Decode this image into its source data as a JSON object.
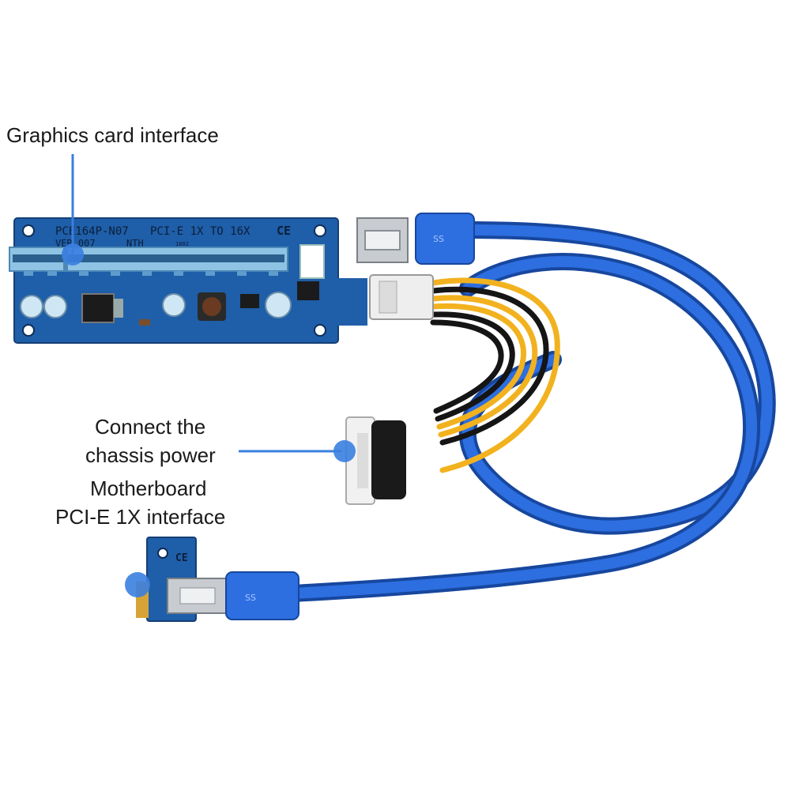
{
  "callouts": {
    "graphics_card": "Graphics card interface",
    "chassis_power_line1": "Connect the",
    "chassis_power_line2": "chassis power",
    "motherboard_line1": "Motherboard",
    "motherboard_line2": "PCI-E 1X interface"
  },
  "board_print": {
    "model": "PCE164P-N07",
    "spec": "PCI-E 1X TO 16X",
    "ce": "CE",
    "version": "VER 007",
    "vendor": "NTH",
    "code": "1802"
  },
  "adapter_print": {
    "ce": "CE"
  },
  "colors": {
    "pcb": "#1f5ea8",
    "slot": "#7fb6db",
    "cable": "#1e5cc8",
    "marker": "#3a7fe0",
    "wire_yellow": "#f2b21f",
    "wire_black": "#151515"
  }
}
